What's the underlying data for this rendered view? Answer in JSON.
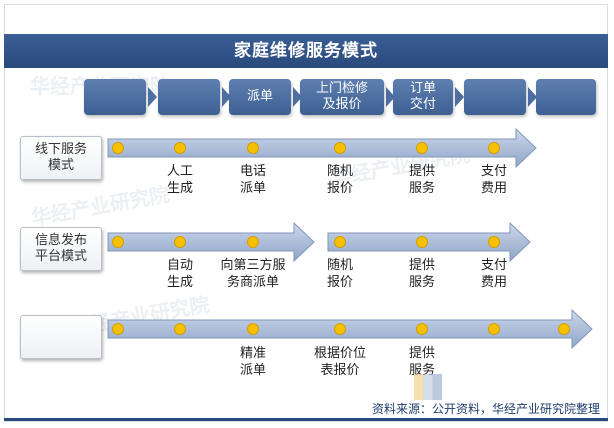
{
  "title": "家庭维修服务模式",
  "steps": [
    "",
    "",
    "派单",
    "上门检修\n及报价",
    "订单\n交付",
    "",
    ""
  ],
  "modes": [
    {
      "label": "线下服务\n模式",
      "labels": [
        "",
        "人工\n生成",
        "电话\n派单",
        "随机\n报价",
        "提供\n服务",
        "支付\n费用"
      ]
    },
    {
      "label": "信息发布\n平台模式",
      "labels": [
        "",
        "自动\n生成",
        "向第三方服\n务商派单",
        "随机\n报价",
        "提供\n服务",
        "支付\n费用"
      ]
    },
    {
      "label": "",
      "labels": [
        "",
        "",
        "精准\n派单",
        "根据价位\n表报价",
        "提供\n服务",
        "",
        ""
      ]
    }
  ],
  "watermarks": [
    "华经产业研究院",
    "华经产业研究院",
    "华经产业研究院",
    "华经产业研究院"
  ],
  "source": "资料来源：公开资料，华经产业研究院整理",
  "colors": {
    "title_bg": "#2a4a7c",
    "arrow": "#8ea3c4",
    "dot": "#f5c000"
  }
}
